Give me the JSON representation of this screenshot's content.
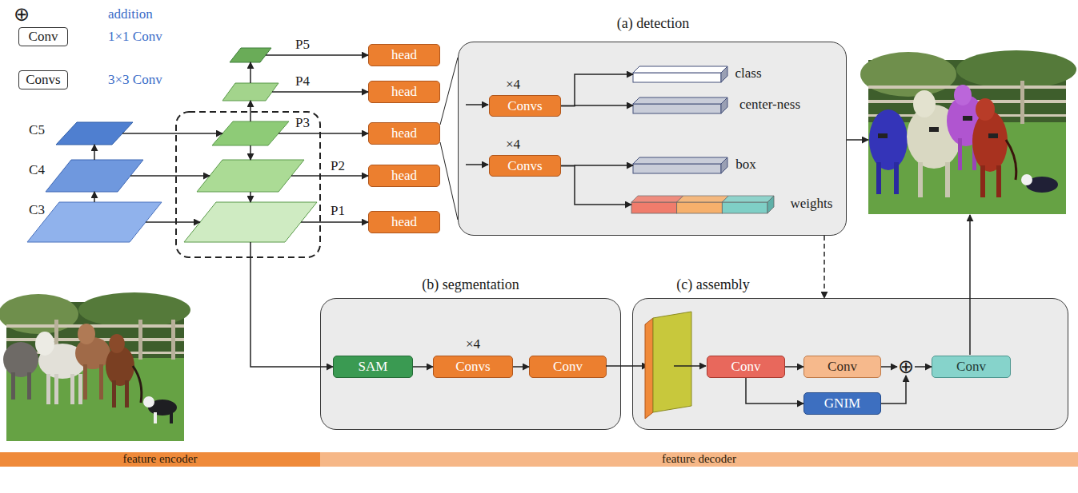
{
  "diagram": {
    "nodes": [
      {
        "text": [
          "C5"
        ]
      },
      {
        "text": [
          "C4"
        ]
      },
      {
        "text": [
          "C3"
        ]
      },
      {
        "text": [
          "P5"
        ]
      },
      {
        "text": [
          "P4"
        ]
      },
      {
        "text": [
          "P3"
        ]
      },
      {
        "text": [
          "P2"
        ]
      },
      {
        "text": [
          "P1"
        ]
      },
      {
        "text": [
          "head"
        ]
      },
      {
        "text": [
          "head"
        ]
      },
      {
        "text": [
          "head"
        ]
      },
      {
        "text": [
          "head"
        ]
      },
      {
        "text": [
          "head"
        ]
      },
      {
        "text": [
          "(a) detection"
        ]
      },
      {
        "text": [
          "×4",
          "Convs"
        ],
        "in": 13
      },
      {
        "text": [
          "class"
        ],
        "in": 13
      },
      {
        "text": [
          "center-ness"
        ],
        "in": 13
      },
      {
        "text": [
          "×4",
          "Convs"
        ],
        "in": 13
      },
      {
        "text": [
          "box"
        ],
        "in": 13
      },
      {
        "text": [
          "weights"
        ],
        "in": 13
      },
      {
        "text": [
          "(b) segmentation"
        ]
      },
      {
        "text": [
          "SAM"
        ],
        "in": 20
      },
      {
        "text": [
          "×4",
          "Convs"
        ],
        "in": 20
      },
      {
        "text": [
          "Conv"
        ],
        "in": 20
      },
      {
        "text": [
          "(c) assembly"
        ]
      },
      {
        "text": [
          "Conv"
        ],
        "in": 24
      },
      {
        "text": [
          "Conv"
        ],
        "in": 24
      },
      {
        "text": [
          "GNIM"
        ],
        "in": 24
      },
      {
        "text": [
          "⊕"
        ],
        "in": 24
      },
      {
        "text": [
          "Conv"
        ],
        "in": 24
      },
      {
        "text": [
          "feature encoder"
        ]
      },
      {
        "text": [
          "feature decoder"
        ]
      }
    ],
    "edges": [
      {
        "from": 2,
        "to": 1,
        "arrow": "to"
      },
      {
        "from": 1,
        "to": 0,
        "arrow": "to"
      },
      {
        "from": 0,
        "to": 5,
        "arrow": "to"
      },
      {
        "from": 1,
        "to": 6,
        "arrow": "to"
      },
      {
        "from": 2,
        "to": 7,
        "arrow": "to"
      },
      {
        "from": 5,
        "to": 6,
        "arrow": "to"
      },
      {
        "from": 6,
        "to": 7,
        "arrow": "to"
      },
      {
        "from": 5,
        "to": 4,
        "arrow": "to"
      },
      {
        "from": 4,
        "to": 3,
        "arrow": "to"
      },
      {
        "from": 3,
        "to": 8,
        "arrow": "to"
      },
      {
        "from": 4,
        "to": 9,
        "arrow": "to"
      },
      {
        "from": 5,
        "to": 10,
        "arrow": "to"
      },
      {
        "from": 6,
        "to": 11,
        "arrow": "to"
      },
      {
        "from": 7,
        "to": 12,
        "arrow": "to"
      },
      {
        "from": 10,
        "to": 13,
        "arrow": "none"
      },
      {
        "from": 14,
        "to": 15,
        "arrow": "to"
      },
      {
        "from": 14,
        "to": 16,
        "arrow": "to"
      },
      {
        "from": 17,
        "to": 18,
        "arrow": "to"
      },
      {
        "from": 17,
        "to": 19,
        "arrow": "to"
      },
      {
        "from": 13,
        "to": 24,
        "arrow": "to"
      },
      {
        "from": 7,
        "to": 21,
        "arrow": "to"
      },
      {
        "from": 21,
        "to": 22,
        "arrow": "to"
      },
      {
        "from": 22,
        "to": 23,
        "arrow": "to"
      },
      {
        "from": 25,
        "to": 26,
        "arrow": "to"
      },
      {
        "from": 25,
        "to": 27,
        "arrow": "to"
      },
      {
        "from": 26,
        "to": 28,
        "arrow": "to"
      },
      {
        "from": 27,
        "to": 28,
        "arrow": "to"
      },
      {
        "from": 28,
        "to": 29,
        "arrow": "to"
      }
    ],
    "labels": [
      "⊕",
      "Conv",
      "Convs"
    ],
    "legend": [
      {
        "text": "addition"
      },
      {
        "text": "1×1 Conv"
      },
      {
        "text": "3×3 Conv"
      }
    ]
  }
}
